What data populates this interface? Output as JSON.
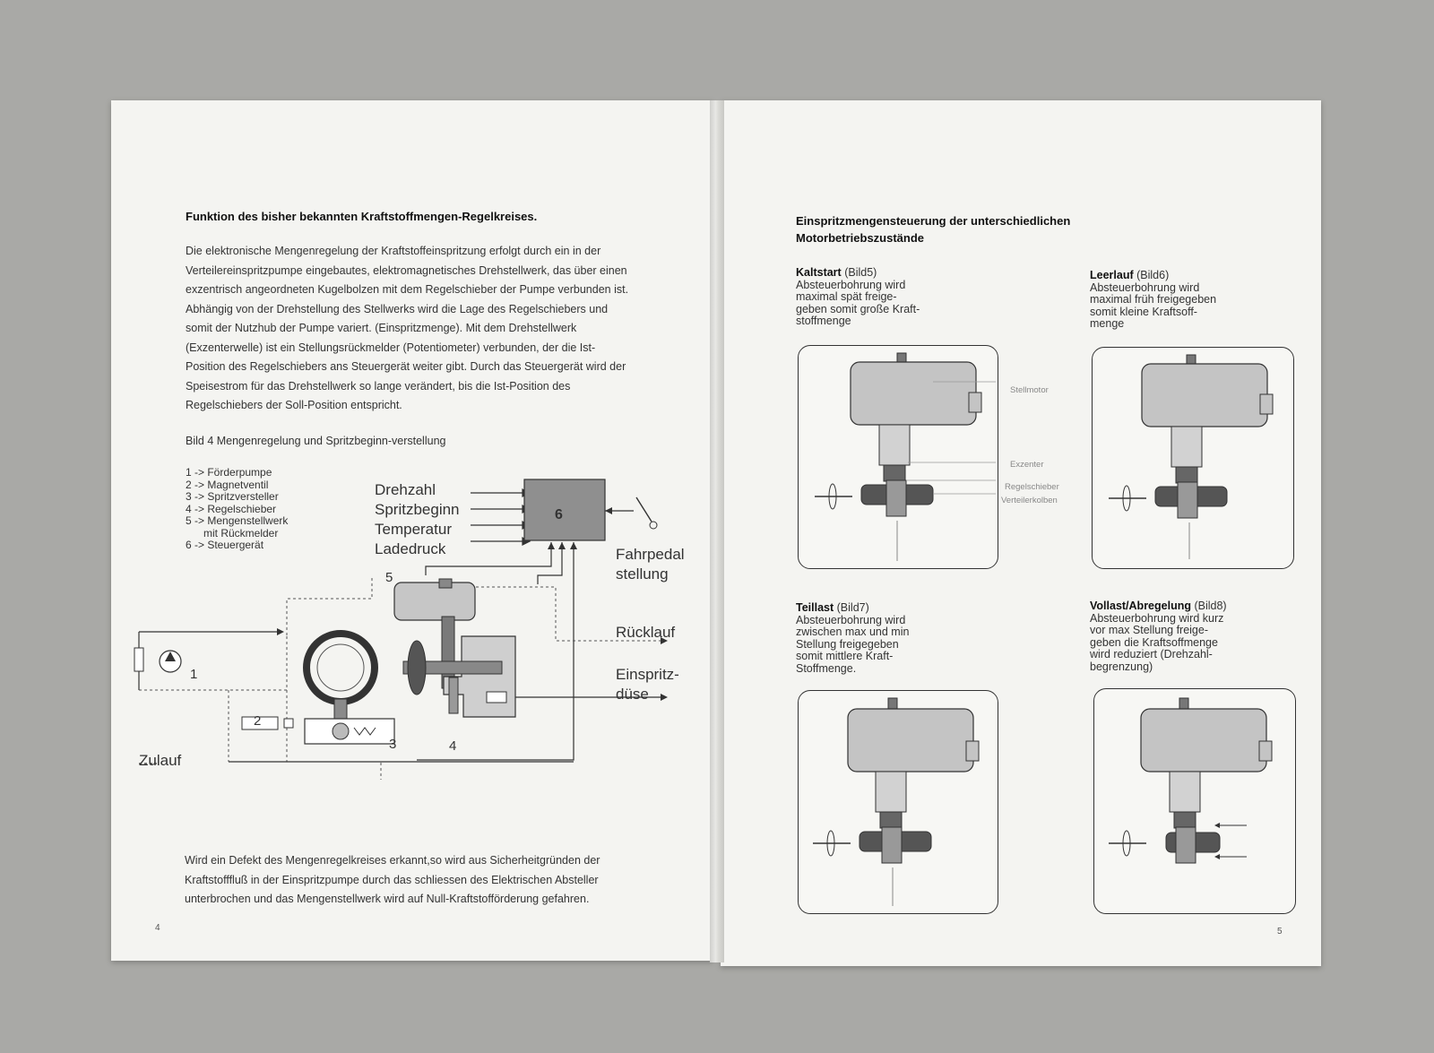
{
  "left": {
    "heading": "Funktion des bisher bekannten Kraftstoffmengen-Regelkreises.",
    "paragraph_lines": [
      "Die elektronische Mengenregelung der Kraftstoffeinspritzung erfolgt durch ein in der",
      "Verteilereinspritzpumpe eingebautes, elektromagnetisches Drehstellwerk, das über einen",
      "exzentrisch angeordneten Kugelbolzen mit dem Regelschieber der Pumpe verbunden ist.",
      "Abhängig von der Drehstellung des Stellwerks wird die Lage des Regelschiebers und",
      "somit der Nutzhub der Pumpe variert. (Einspritzmenge). Mit dem Drehstellwerk",
      "(Exzenterwelle) ist ein Stellungsrückmelder (Potentiometer) verbunden, der die Ist-",
      "Position des Regelschiebers ans Steuergerät weiter gibt. Durch das Steuergerät wird der",
      "Speisestrom für das Drehstellwerk so lange verändert, bis die Ist-Position des",
      "Regelschiebers der Soll-Position entspricht."
    ],
    "figure_caption": "Bild 4 Mengenregelung und Spritzbeginn-verstellung",
    "legend": [
      "1 -> Förderpumpe",
      "2 -> Magnetventil",
      "3 -> Spritzversteller",
      "4 -> Regelschieber",
      "5 -> Mengenstellwerk",
      "      mit Rückmelder",
      "6 -> Steuergerät"
    ],
    "diagram": {
      "inputs": [
        "Drehzahl",
        "Spritzbeginn",
        "Temperatur",
        "Ladedruck"
      ],
      "control_unit": "6",
      "pedal": [
        "Fahrpedal",
        "stellung"
      ],
      "return": "Rücklauf",
      "injector": [
        "Einspritz-",
        "düse"
      ],
      "inlet": "Zulauf",
      "numbers": [
        "1",
        "2",
        "3",
        "4",
        "5"
      ]
    },
    "footer_lines": [
      "Wird ein Defekt des Mengenregelkreises erkannt,so wird aus Sicherheitgründen der",
      "Kraftstofffluß in der Einspritzpumpe durch das schliessen des Elektrischen Absteller",
      "unterbrochen und das Mengenstellwerk wird auf Null-Kraftstofförderung gefahren."
    ],
    "page_number": "4"
  },
  "right": {
    "heading_lines": [
      "Einspritzmengensteuerung der unterschiedlichen",
      "Motorbetriebszustände"
    ],
    "states": [
      {
        "name": "Kaltstart",
        "ref": "(Bild5)",
        "lines": [
          "Absteuerbohrung wird",
          "maximal spät freige-",
          "geben somit große Kraft-",
          "stoffmenge"
        ]
      },
      {
        "name": "Leerlauf",
        "ref": "(Bild6)",
        "lines": [
          "Absteuerbohrung wird",
          "maximal früh freigegeben",
          "somit kleine Kraftsoff-",
          "menge"
        ]
      },
      {
        "name": "Teillast",
        "ref": "(Bild7)",
        "lines": [
          "Absteuerbohrung wird",
          "zwischen max und min",
          "Stellung freigegeben",
          "somit mittlere Kraft-",
          "Stoffmenge."
        ]
      },
      {
        "name": "Vollast/Abregelung",
        "ref": "(Bild8)",
        "lines": [
          "Absteuerbohrung wird kurz",
          "vor max Stellung freige-",
          "geben die Kraftsoffmenge",
          "wird reduziert (Drehzahl-",
          "begrenzung)"
        ]
      }
    ],
    "part_labels": [
      "Stellmotor",
      "Exzenter",
      "Regelschieber",
      "Verteilerkolben"
    ],
    "page_number": "5"
  }
}
